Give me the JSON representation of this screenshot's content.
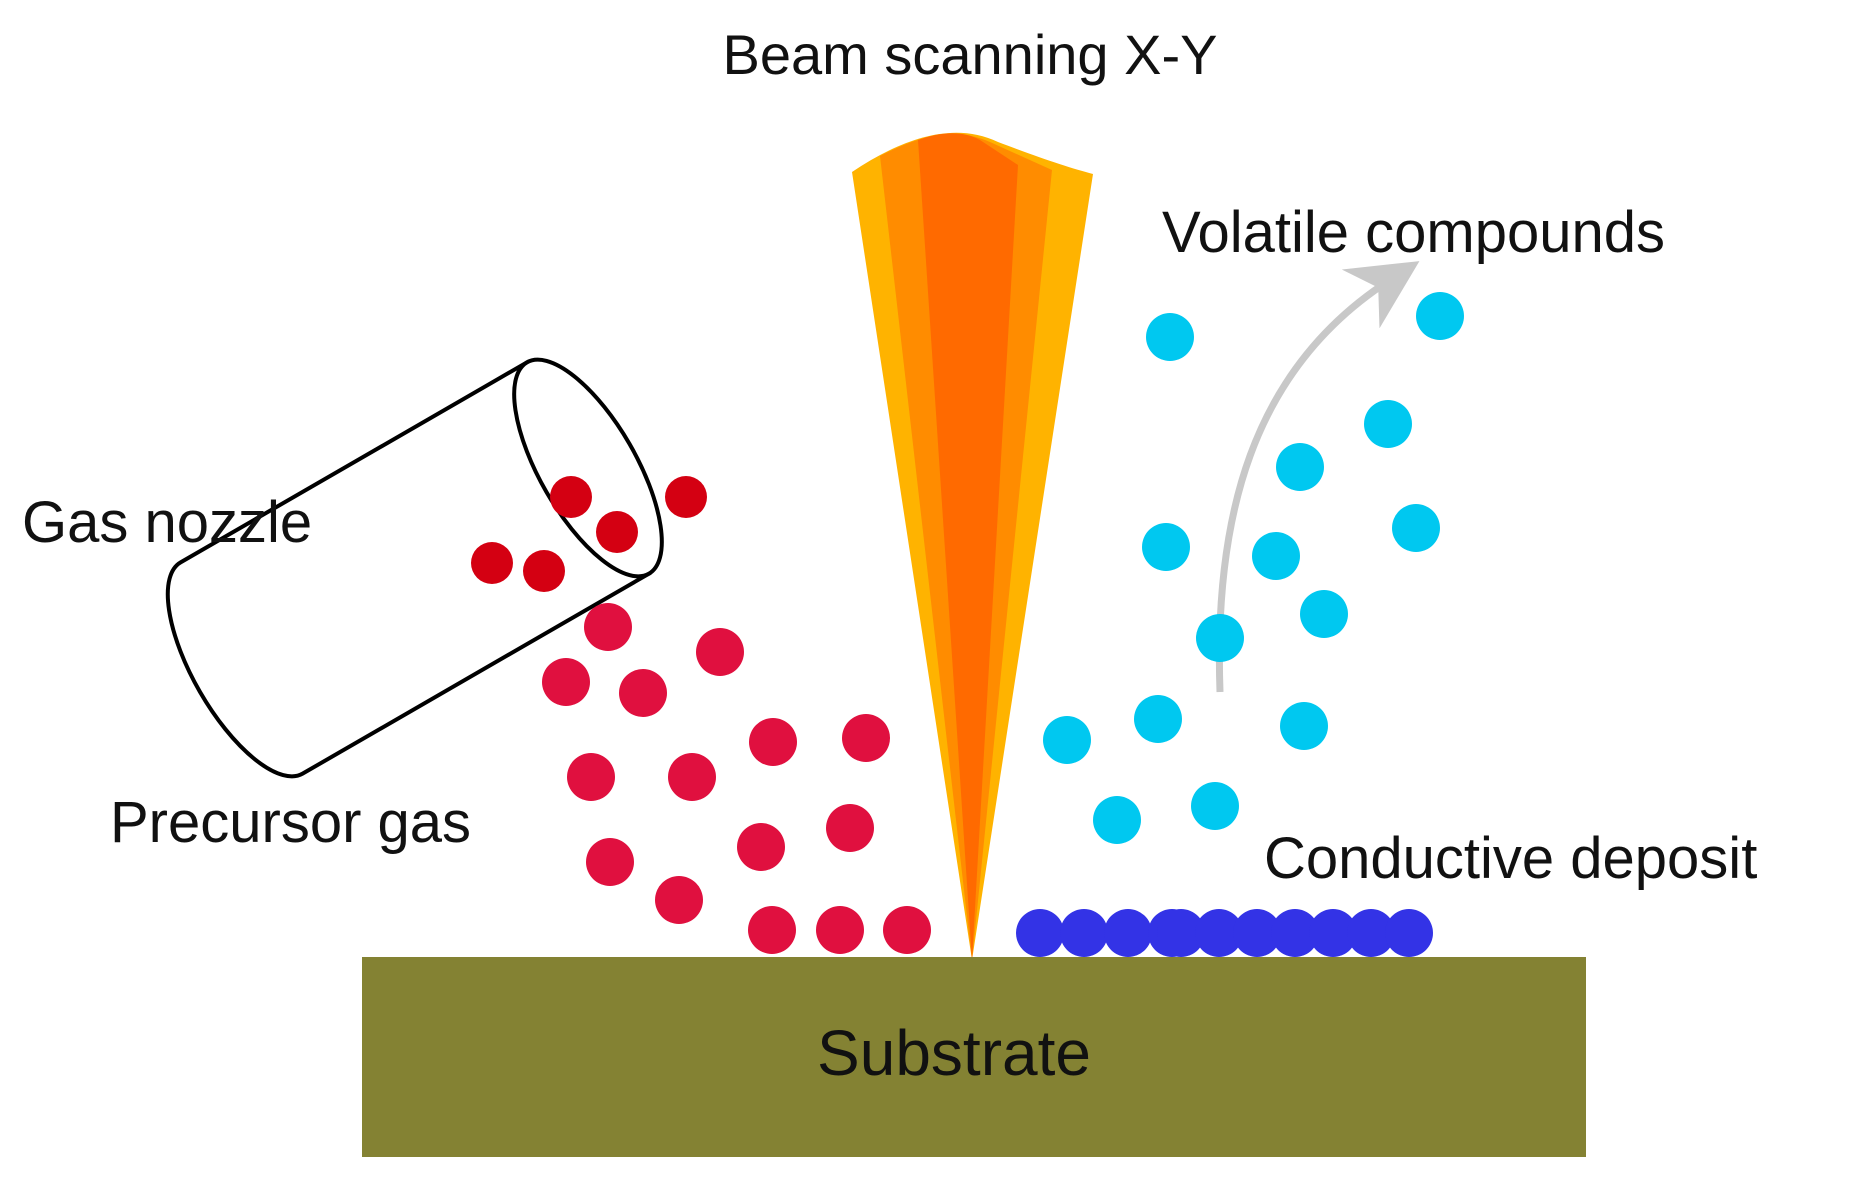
{
  "labels": {
    "beam": "Beam scanning X-Y",
    "volatile": "Volatile compounds",
    "nozzle": "Gas nozzle",
    "precursor": "Precursor gas",
    "deposit": "Conductive deposit",
    "substrate": "Substrate"
  },
  "colors": {
    "background": "#ffffff",
    "substrate": "#848233",
    "substrate_text": "#ffffff",
    "beam_outer": "#ffb300",
    "beam_middle": "#ff8c00",
    "beam_core": "#ff6a00",
    "nozzle_molecule": "#d40012",
    "precursor_molecule": "#e0103f",
    "volatile_molecule": "#00c8f0",
    "deposit_atom": "#3333e6",
    "arrow": "#c8c8c8",
    "outline": "#000000"
  },
  "icons": {
    "nozzle": "gas-nozzle-cylinder-icon",
    "beam": "ion-beam-cone-icon",
    "arrow": "upward-curved-arrow-icon"
  }
}
